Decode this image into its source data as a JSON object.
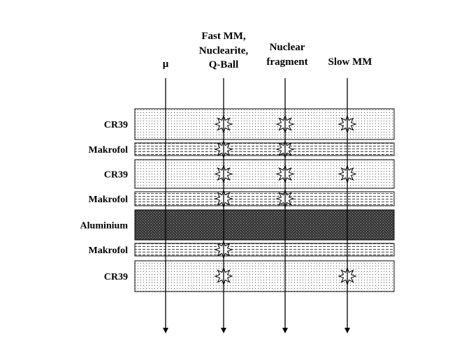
{
  "particles": [
    {
      "id": "mu",
      "label_lines": [
        "μ"
      ]
    },
    {
      "id": "fast-mm",
      "label_lines": [
        "Fast MM,",
        "Nuclearite,",
        "Q-Ball"
      ]
    },
    {
      "id": "nuclear-fragment",
      "label_lines": [
        "Nuclear",
        "fragment"
      ]
    },
    {
      "id": "slow-mm",
      "label_lines": [
        "Slow MM"
      ]
    }
  ],
  "layers": [
    {
      "label": "CR39",
      "material": "CR39",
      "hits": [
        "fast-mm",
        "nuclear-fragment",
        "slow-mm"
      ]
    },
    {
      "label": "Makrofol",
      "material": "Makrofol",
      "hits": [
        "fast-mm",
        "nuclear-fragment"
      ]
    },
    {
      "label": "CR39",
      "material": "CR39",
      "hits": [
        "fast-mm",
        "nuclear-fragment",
        "slow-mm"
      ]
    },
    {
      "label": "Makrofol",
      "material": "Makrofol",
      "hits": [
        "fast-mm",
        "nuclear-fragment"
      ]
    },
    {
      "label": "Aluminium",
      "material": "Aluminium",
      "hits": []
    },
    {
      "label": "Makrofol",
      "material": "Makrofol",
      "hits": [
        "fast-mm"
      ]
    },
    {
      "label": "CR39",
      "material": "CR39",
      "hits": [
        "fast-mm",
        "slow-mm"
      ]
    }
  ]
}
